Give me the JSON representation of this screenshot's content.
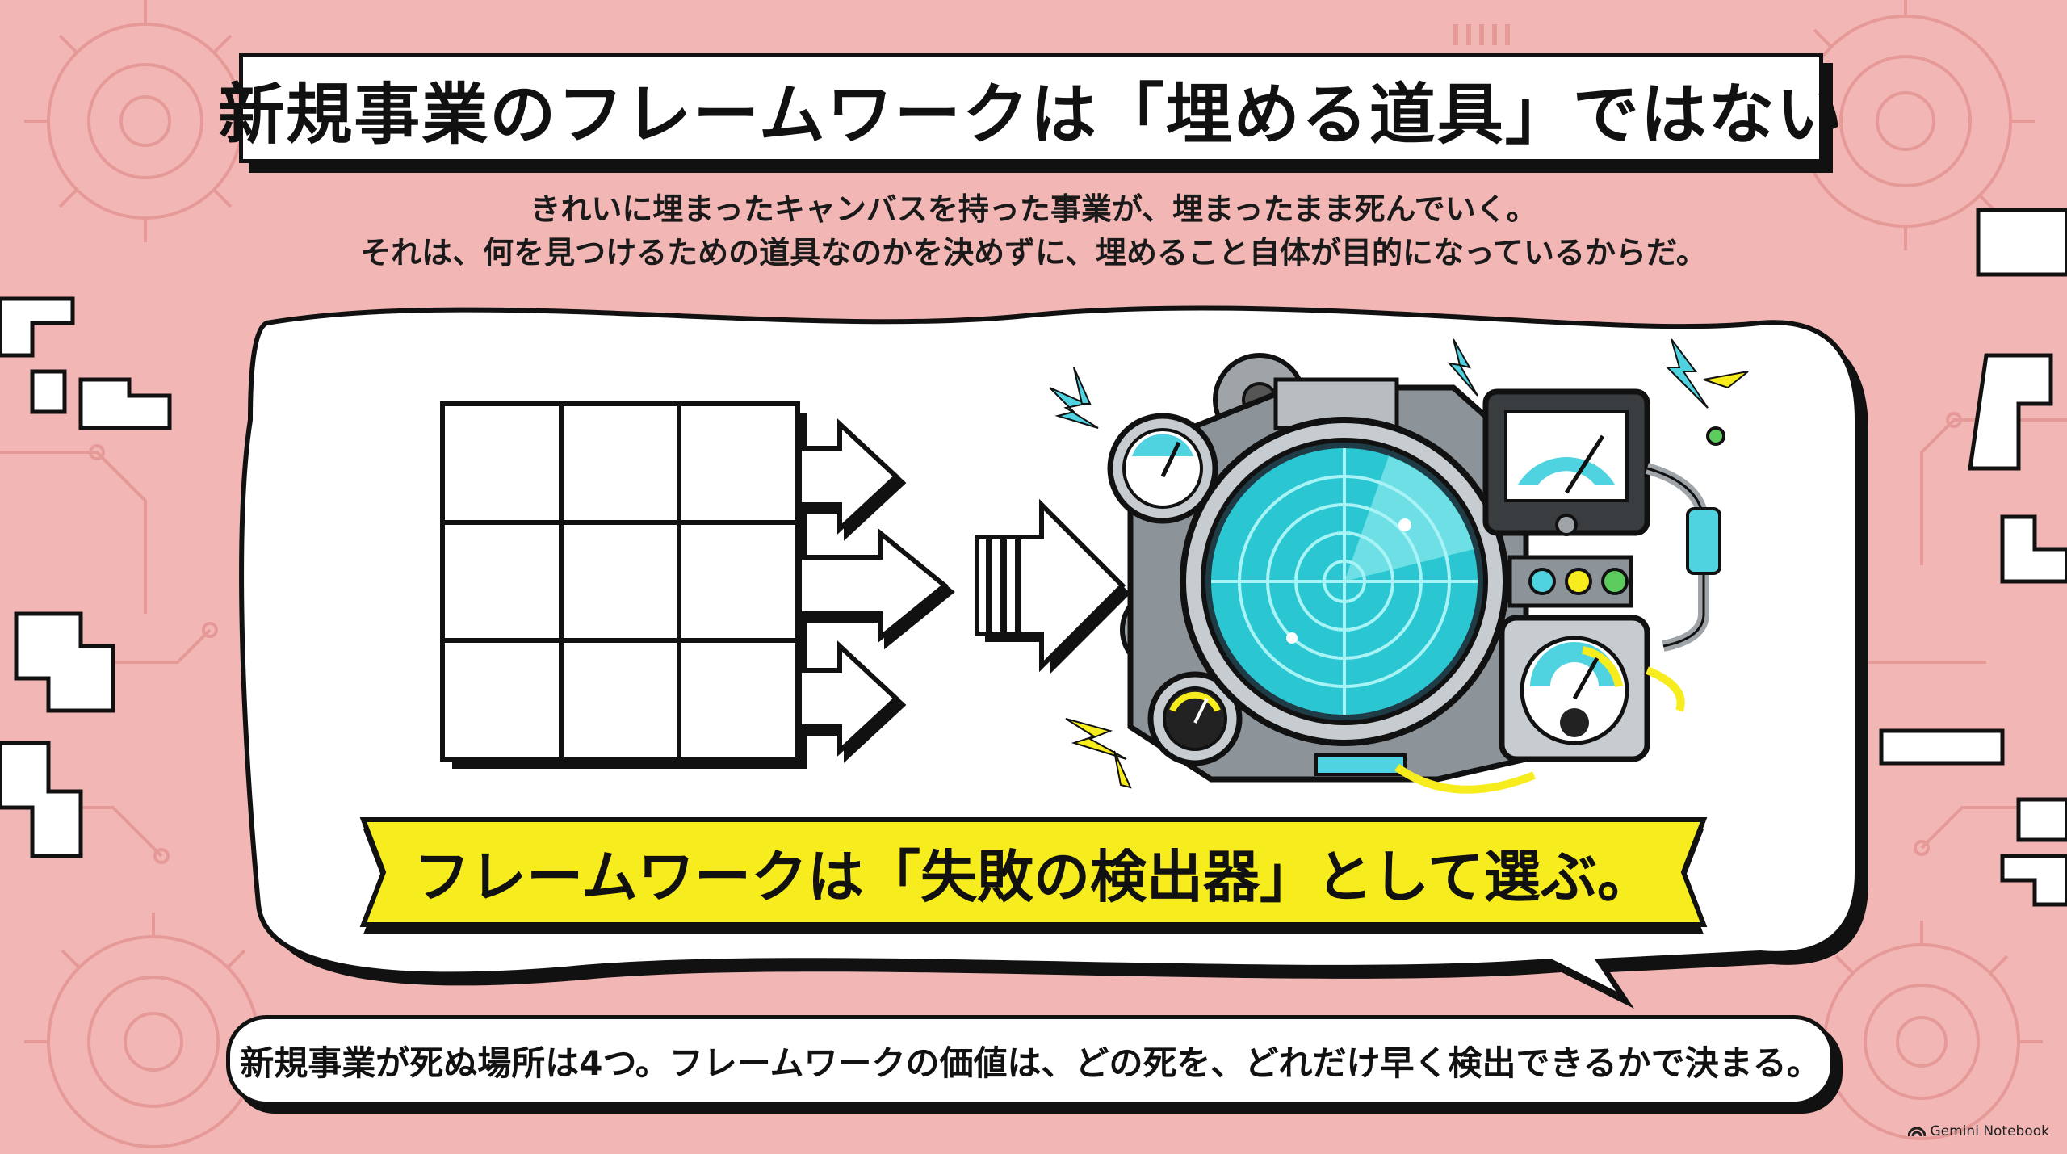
{
  "slide": {
    "title": "新規事業のフレームワークは「埋める道具」ではない",
    "subtitle_line1": "きれいに埋まったキャンバスを持った事業が、埋まったまま死んでいく。",
    "subtitle_line2": "それは、何を見つけるための道具なのかを決めずに、埋めること自体が目的になっているからだ。",
    "banner": "フレームワークは「失敗の検出器」として選ぶ。",
    "bottom_note": "新規事業が死ぬ場所は4つ。フレームワークの価値は、どの死を、どれだけ早く検出できるかで決まる。",
    "brand": "Gemini Notebook"
  },
  "colors": {
    "background": "#f2b6b4",
    "banner_yellow": "#f6ec1e",
    "radar_teal": "#2ac7d2",
    "ink": "#111111"
  },
  "icons": [
    "grid-icon",
    "arrow-icon",
    "radar-machine-icon",
    "gauge-icon",
    "gear-icon",
    "lightning-icon"
  ]
}
